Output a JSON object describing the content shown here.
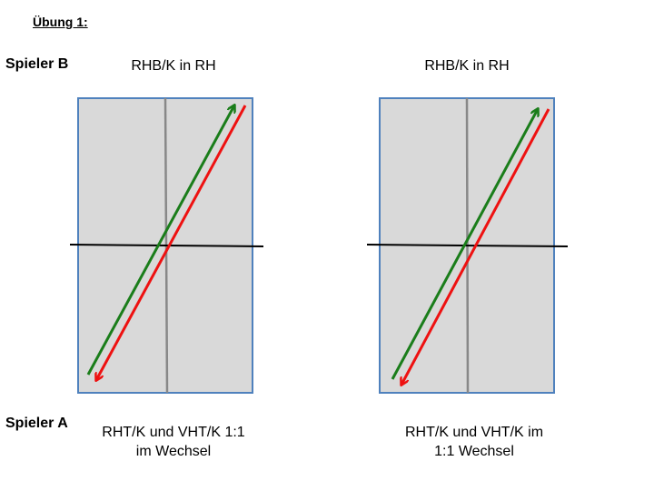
{
  "title": "Übung 1:",
  "players": {
    "top": "Spieler B",
    "bottom": "Spieler A"
  },
  "diagrams": [
    {
      "top_label": "RHB/K in RH",
      "bottom_label": "RHT/K und VHT/K 1:1\nim Wechsel"
    },
    {
      "top_label": "RHB/K in RH",
      "bottom_label": "RHT/K und VHT/K im\n1:1 Wechsel"
    }
  ],
  "colors": {
    "table_fill": "#d9d9d9",
    "table_border": "#4f81bd",
    "center_line": "#888888",
    "net": "#000000",
    "arrow_up": "#1a7d1a",
    "arrow_down": "#ee1111"
  }
}
